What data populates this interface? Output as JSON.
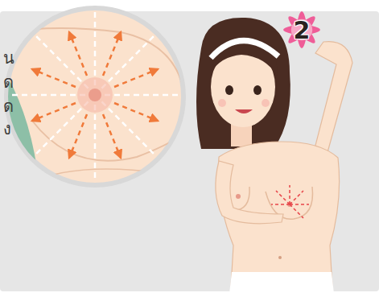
{
  "diagram": {
    "nodes": [
      {
        "text": [
          "2"
        ]
      }
    ],
    "labels": [
      "น",
      "ด",
      "ด",
      "ง"
    ]
  }
}
